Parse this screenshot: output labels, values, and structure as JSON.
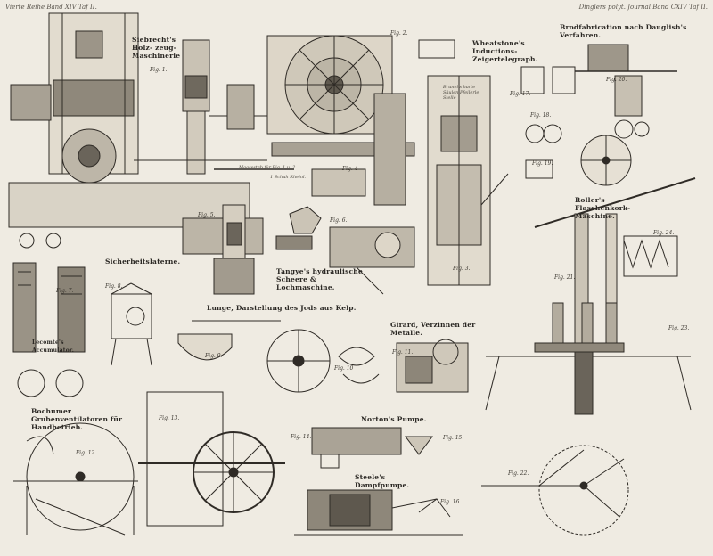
{
  "header": {
    "left": "Vierte Reihe Band XIV Taf II.",
    "right": "Dinglers polyt. Journal Band CXIV Taf II."
  },
  "sections": {
    "siebrecht": "Siebrecht's Holz- zeug-Maschinerie",
    "wheatstone": "Wheatstone's Inductions- Zeigertelegraph.",
    "brod": "Brodfabrication nach Dauglish's Verfahren.",
    "brunel": "Brunel's harte Säulen Pfeilerle Stelle",
    "sicherheit": "Sicherheitslaterne.",
    "tangye": "Tangye's hydraulische Scheere & Lochmaschine.",
    "lunge": "Lunge, Darstellung des Jods aus Kelp.",
    "girard": "Girard, Verzinnen der Metalle.",
    "roller": "Roller's Flaschenkork- Maschine.",
    "leconte": "Lecomte's Accumulator.",
    "bochumer": "Bochumer Grubenventilatoren für Handbetrieb.",
    "norton": "Norton's Pumpe.",
    "steele": "Steele's Dampfpumpe."
  },
  "figs": {
    "f1": "Fig. 1.",
    "f2": "Fig. 2.",
    "f3": "Fig. 3.",
    "f4": "Fig. 4",
    "f5": "Fig. 5.",
    "f6": "Fig. 6.",
    "f7": "Fig. 7.",
    "f8": "Fig. 8.",
    "f9": "Fig. 9.",
    "f10": "Fig. 10",
    "f11": "Fig. 11.",
    "f12": "Fig. 12.",
    "f13": "Fig. 13.",
    "f14": "Fig. 14.",
    "f15": "Fig. 15.",
    "f16": "Fig. 16.",
    "f17": "Fig. 17.",
    "f18": "Fig. 18.",
    "f19": "Fig. 19.",
    "f20": "Fig. 20.",
    "f21": "Fig. 21.",
    "f22": "Fig. 22.",
    "f23": "Fig. 23.",
    "f24": "Fig. 24."
  },
  "notes": {
    "massstab": "Maassstab für Fig. 1 u. 2.",
    "schuh": "1 Schuh Rheinl."
  }
}
